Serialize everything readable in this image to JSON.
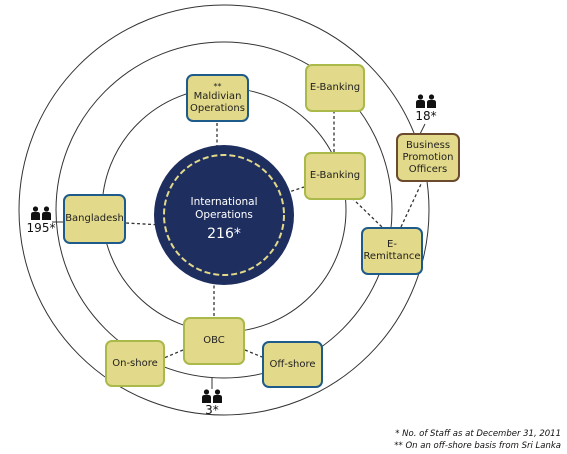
{
  "center": {
    "title": "International Operations",
    "count": "216*"
  },
  "nodes": {
    "maldivian": {
      "lines": [
        "**",
        "Maldivian",
        "Operations"
      ]
    },
    "ebanking_outer": {
      "lines": [
        "E-Banking"
      ]
    },
    "ebanking_inner": {
      "lines": [
        "E-Banking"
      ]
    },
    "bpo": {
      "lines": [
        "Business",
        "Promotion",
        "Officers"
      ]
    },
    "bangladesh": {
      "lines": [
        "Bangladesh"
      ]
    },
    "eremittance": {
      "lines": [
        "E-Remittance"
      ]
    },
    "obc": {
      "lines": [
        "OBC"
      ]
    },
    "onshore": {
      "lines": [
        "On-shore"
      ]
    },
    "offshore": {
      "lines": [
        "Off-shore"
      ]
    }
  },
  "staff_counts": {
    "bpo": "18*",
    "bangladesh": "195*",
    "bottom": "3*"
  },
  "footnotes": [
    "* No. of Staff as at December 31, 2011",
    "** On an off-shore basis from Sri Lanka"
  ],
  "icons": {
    "staff": "people-icon"
  },
  "colors": {
    "center_fill": "#1e2e5e",
    "center_dash": "#e2d98a",
    "node_fill": "#e2d98a",
    "border_blue": "#1f5b8a",
    "border_green": "#a9b94a",
    "border_brown": "#6b4a2d",
    "ring": "#333333"
  }
}
